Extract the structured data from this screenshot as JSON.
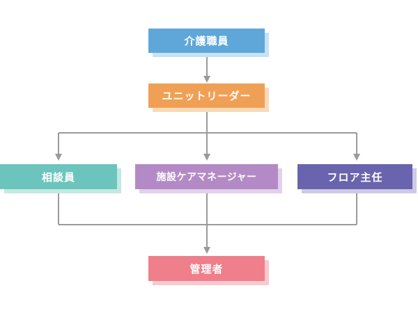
{
  "nodes": [
    {
      "id": "kaigo",
      "label": "介護職員",
      "color": "#5fa7d9",
      "shadow": "#c6e2f3"
    },
    {
      "id": "unit",
      "label": "ユニットリーダー",
      "color": "#f0a055",
      "shadow": "#f9dab8"
    },
    {
      "id": "soudan",
      "label": "相談員",
      "color": "#6cc5bd",
      "shadow": "#c4e8e4"
    },
    {
      "id": "caremanager",
      "label": "施設ケアマネージャー",
      "color": "#b48ac6",
      "shadow": "#e2d1ea"
    },
    {
      "id": "floor",
      "label": "フロア主任",
      "color": "#6a63ae",
      "shadow": "#cdcae6"
    },
    {
      "id": "kanrisha",
      "label": "管理者",
      "color": "#ee7f8b",
      "shadow": "#f8c9ce"
    }
  ],
  "theme": {
    "connector": "#9a9a9a"
  }
}
